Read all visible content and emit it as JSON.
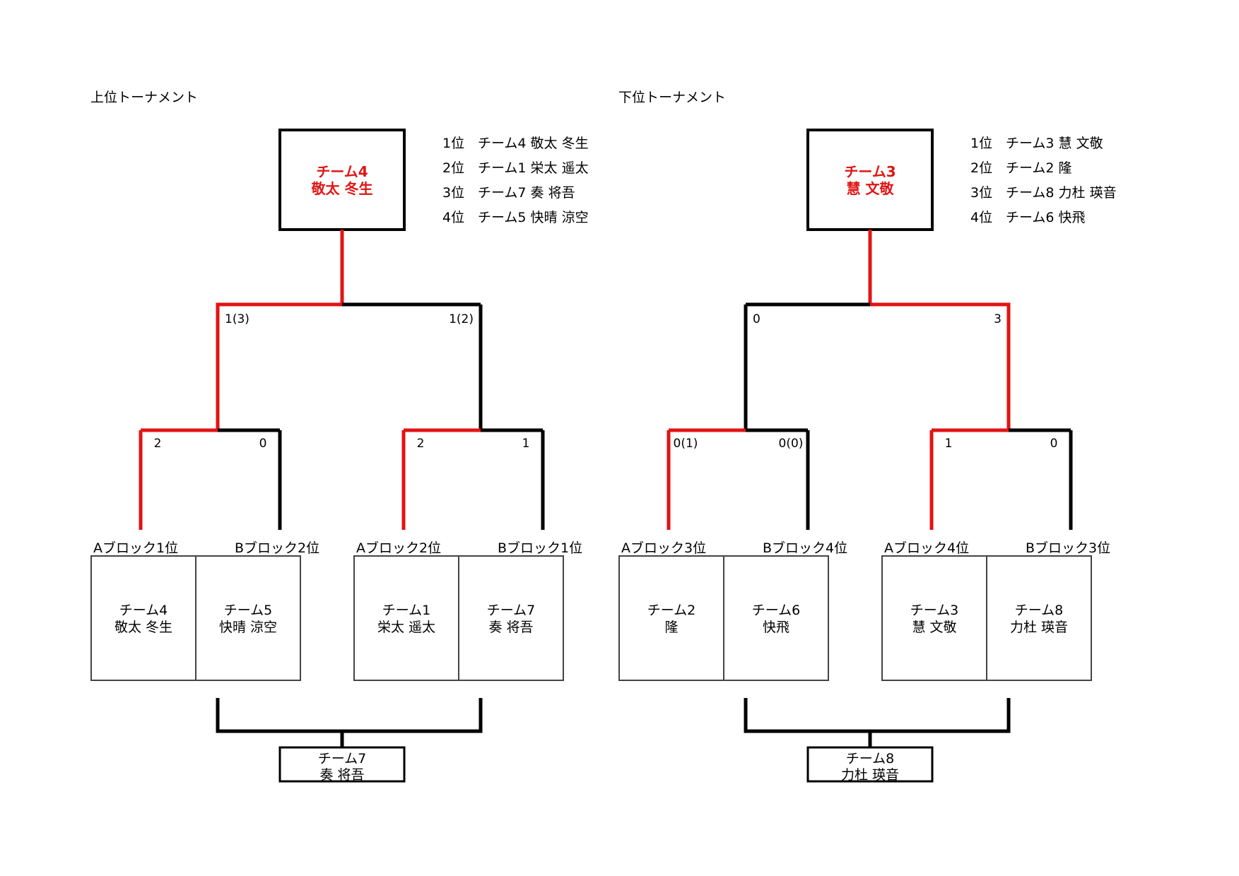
{
  "colors": {
    "win": "#e11414",
    "line": "#000000",
    "champion_text": "#e11414"
  },
  "tournaments": [
    {
      "title": "上位トーナメント",
      "champion": {
        "team": "チーム4",
        "names": "敬太 冬生"
      },
      "rankings": [
        {
          "rank": "1位",
          "team": "チーム4 敬太 冬生"
        },
        {
          "rank": "2位",
          "team": "チーム1 栄太 遥太"
        },
        {
          "rank": "3位",
          "team": "チーム7 奏 将吾"
        },
        {
          "rank": "4位",
          "team": "チーム5 快晴 涼空"
        }
      ],
      "final": {
        "left_score": "1(3)",
        "right_score": "1(2)",
        "winner": "left"
      },
      "semis": [
        {
          "left_score": "2",
          "right_score": "0",
          "winner": "left"
        },
        {
          "left_score": "2",
          "right_score": "1",
          "winner": "left"
        }
      ],
      "teams": [
        {
          "seed": "Aブロック1位",
          "team": "チーム4",
          "names": "敬太 冬生"
        },
        {
          "seed": "Bブロック2位",
          "team": "チーム5",
          "names": "快晴 涼空"
        },
        {
          "seed": "Aブロック2位",
          "team": "チーム1",
          "names": "栄太 遥太"
        },
        {
          "seed": "Bブロック1位",
          "team": "チーム7",
          "names": "奏 将吾"
        }
      ],
      "third_place": {
        "team": "チーム7",
        "names": "奏 将吾"
      }
    },
    {
      "title": "下位トーナメント",
      "champion": {
        "team": "チーム3",
        "names": "慧 文敬"
      },
      "rankings": [
        {
          "rank": "1位",
          "team": "チーム3 慧 文敬"
        },
        {
          "rank": "2位",
          "team": "チーム2 隆"
        },
        {
          "rank": "3位",
          "team": "チーム8 力杜 瑛音"
        },
        {
          "rank": "4位",
          "team": "チーム6 快飛"
        }
      ],
      "final": {
        "left_score": "0",
        "right_score": "3",
        "winner": "right"
      },
      "semis": [
        {
          "left_score": "0(1)",
          "right_score": "0(0)",
          "winner": "left"
        },
        {
          "left_score": "1",
          "right_score": "0",
          "winner": "left"
        }
      ],
      "teams": [
        {
          "seed": "Aブロック3位",
          "team": "チーム2",
          "names": "隆"
        },
        {
          "seed": "Bブロック4位",
          "team": "チーム6",
          "names": "快飛"
        },
        {
          "seed": "Aブロック4位",
          "team": "チーム3",
          "names": "慧 文敬"
        },
        {
          "seed": "Bブロック3位",
          "team": "チーム8",
          "names": "力杜 瑛音"
        }
      ],
      "third_place": {
        "team": "チーム8",
        "names": "力杜 瑛音"
      }
    }
  ]
}
